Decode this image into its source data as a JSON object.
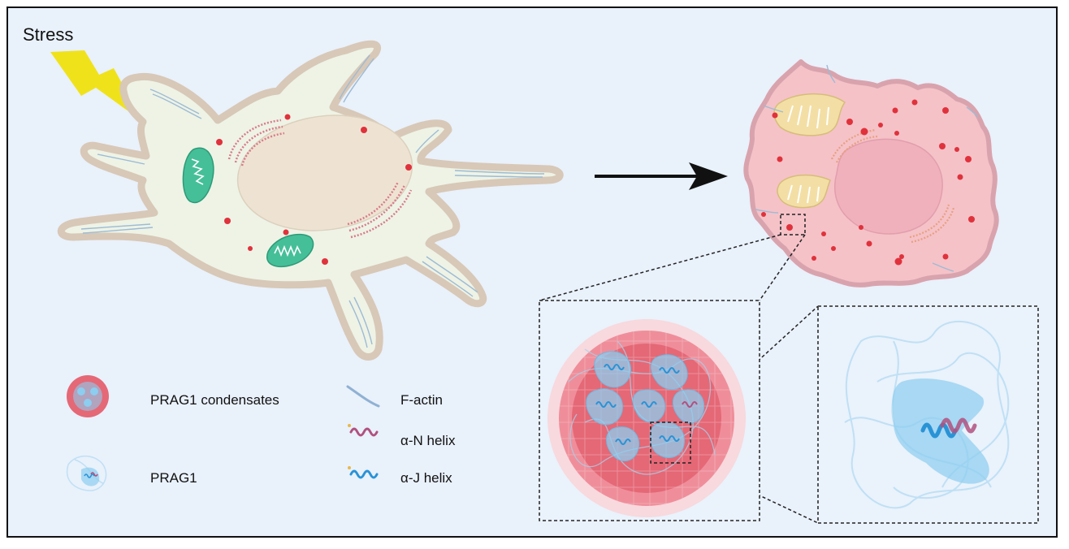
{
  "stimulus": {
    "label": "Stress"
  },
  "legend": {
    "condensates": "PRAG1 condensates",
    "prag1": "PRAG1",
    "factin": "F-actin",
    "alpha_n": "α-N helix",
    "alpha_j": "α-J helix"
  },
  "colors": {
    "background": "#e9f1fb",
    "normal_cell": "#eef3e6",
    "stressed_cell": "#f5c2c8",
    "mitochondria_healthy": "#45bf98",
    "mitochondria_damaged": "#f3dfa5",
    "condensate": "#e56876",
    "prag1_protein": "#8ccdf0",
    "alpha_n_helix": "#b0517f",
    "alpha_j_helix": "#2a93d6",
    "stress_bolt": "#f0e21a"
  }
}
